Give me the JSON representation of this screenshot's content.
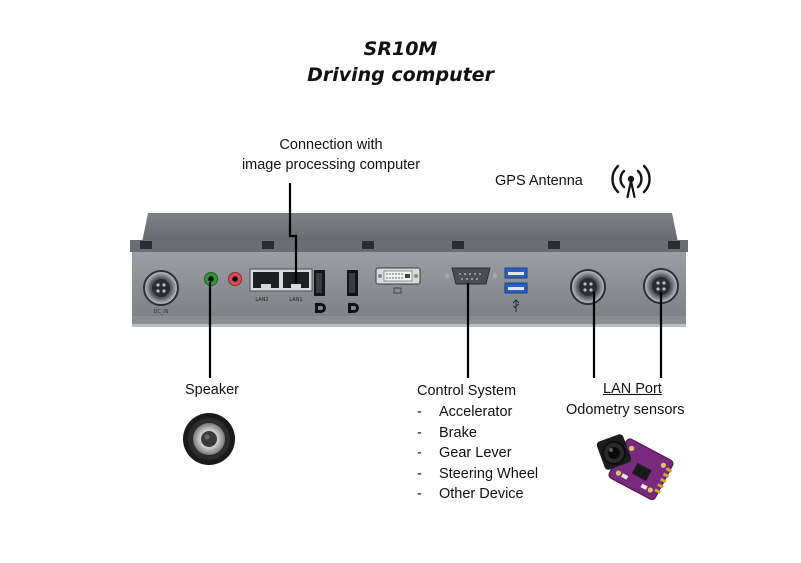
{
  "title": {
    "line1": "SR10M",
    "line2": "Driving computer"
  },
  "labels": {
    "connection_line1": "Connection with",
    "connection_line2": "image processing computer",
    "gps": "GPS Antenna",
    "speaker": "Speaker",
    "control_system": "Control System",
    "control_items": [
      "Accelerator",
      "Brake",
      "Gear Lever",
      "Steering Wheel",
      "Other Device"
    ],
    "control_bullet": "-",
    "lan_port": "LAN Port",
    "odometry": "Odometry sensors"
  },
  "device_port_labels": {
    "dc_in": "DC_IN",
    "lan2": "LAN2",
    "lan1": "LAN1"
  },
  "icons": [
    "gps-antenna-icon",
    "speaker-icon",
    "odometry-sensor-icon",
    "displayport-icon",
    "usb-icon"
  ],
  "colors": {
    "device_body": "#8e9195",
    "device_top": "#6f7276",
    "callout_line": "#000000",
    "sensor_board": "#7a2a7e"
  }
}
